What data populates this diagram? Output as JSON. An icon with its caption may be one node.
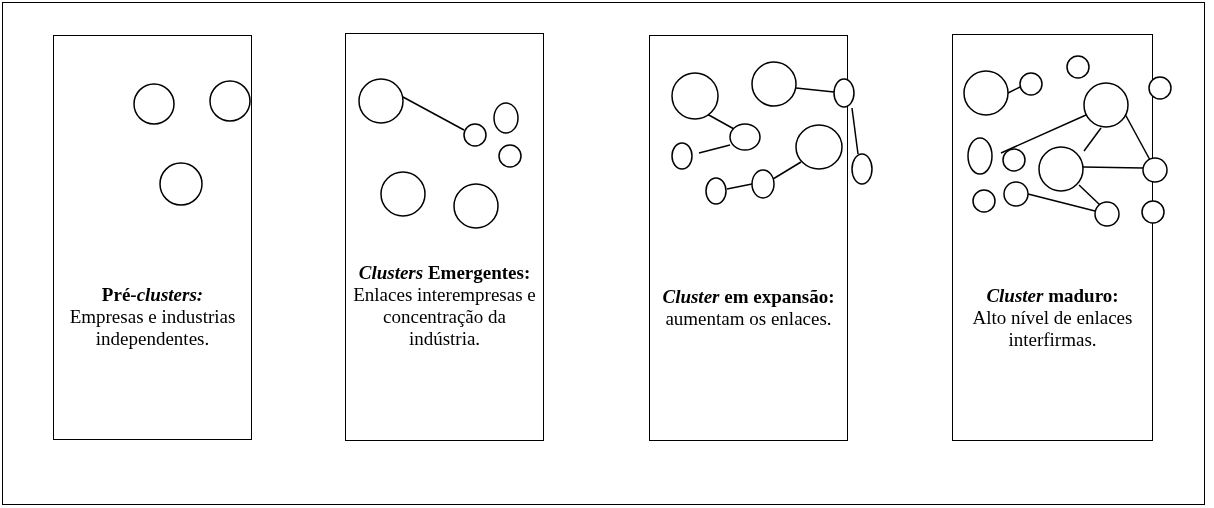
{
  "diagram": {
    "nodes": [
      {
        "text": [
          "Pré-*clusters:*",
          "Empresas e industrias independentes."
        ]
      },
      {
        "text": [
          "*Clusters* Emergentes:",
          "Enlaces interempresas e concentração da indústria."
        ]
      },
      {
        "text": [
          "*Cluster* em expansão:",
          "aumentam os enlaces."
        ]
      },
      {
        "text": [
          "*Cluster* maduro:",
          "Alto nível de enlaces interfirmas."
        ]
      }
    ]
  }
}
